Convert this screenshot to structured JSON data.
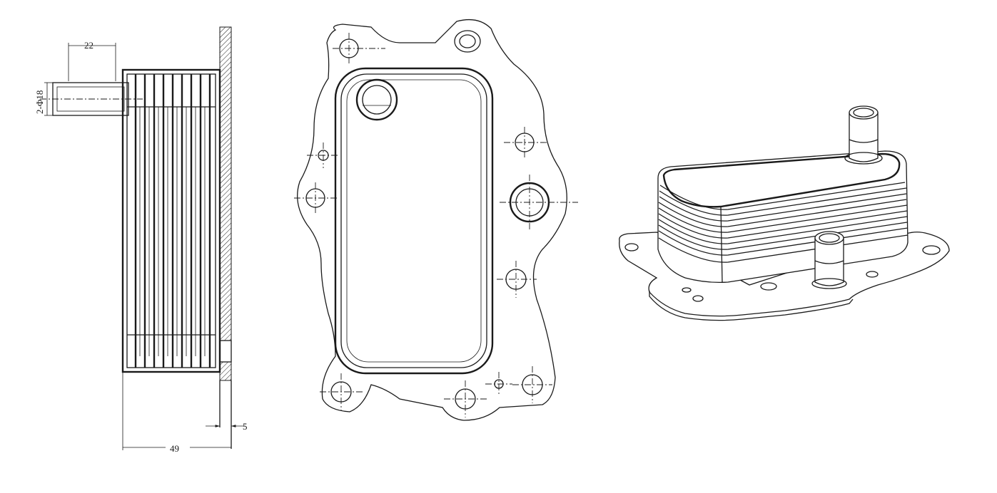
{
  "dimensions": {
    "tube_length": "22",
    "tube_diameter": "2-Φ18",
    "flange_thickness": "5",
    "overall_depth": "49"
  },
  "colors": {
    "line": "#1a1a1a",
    "background": "#ffffff"
  }
}
